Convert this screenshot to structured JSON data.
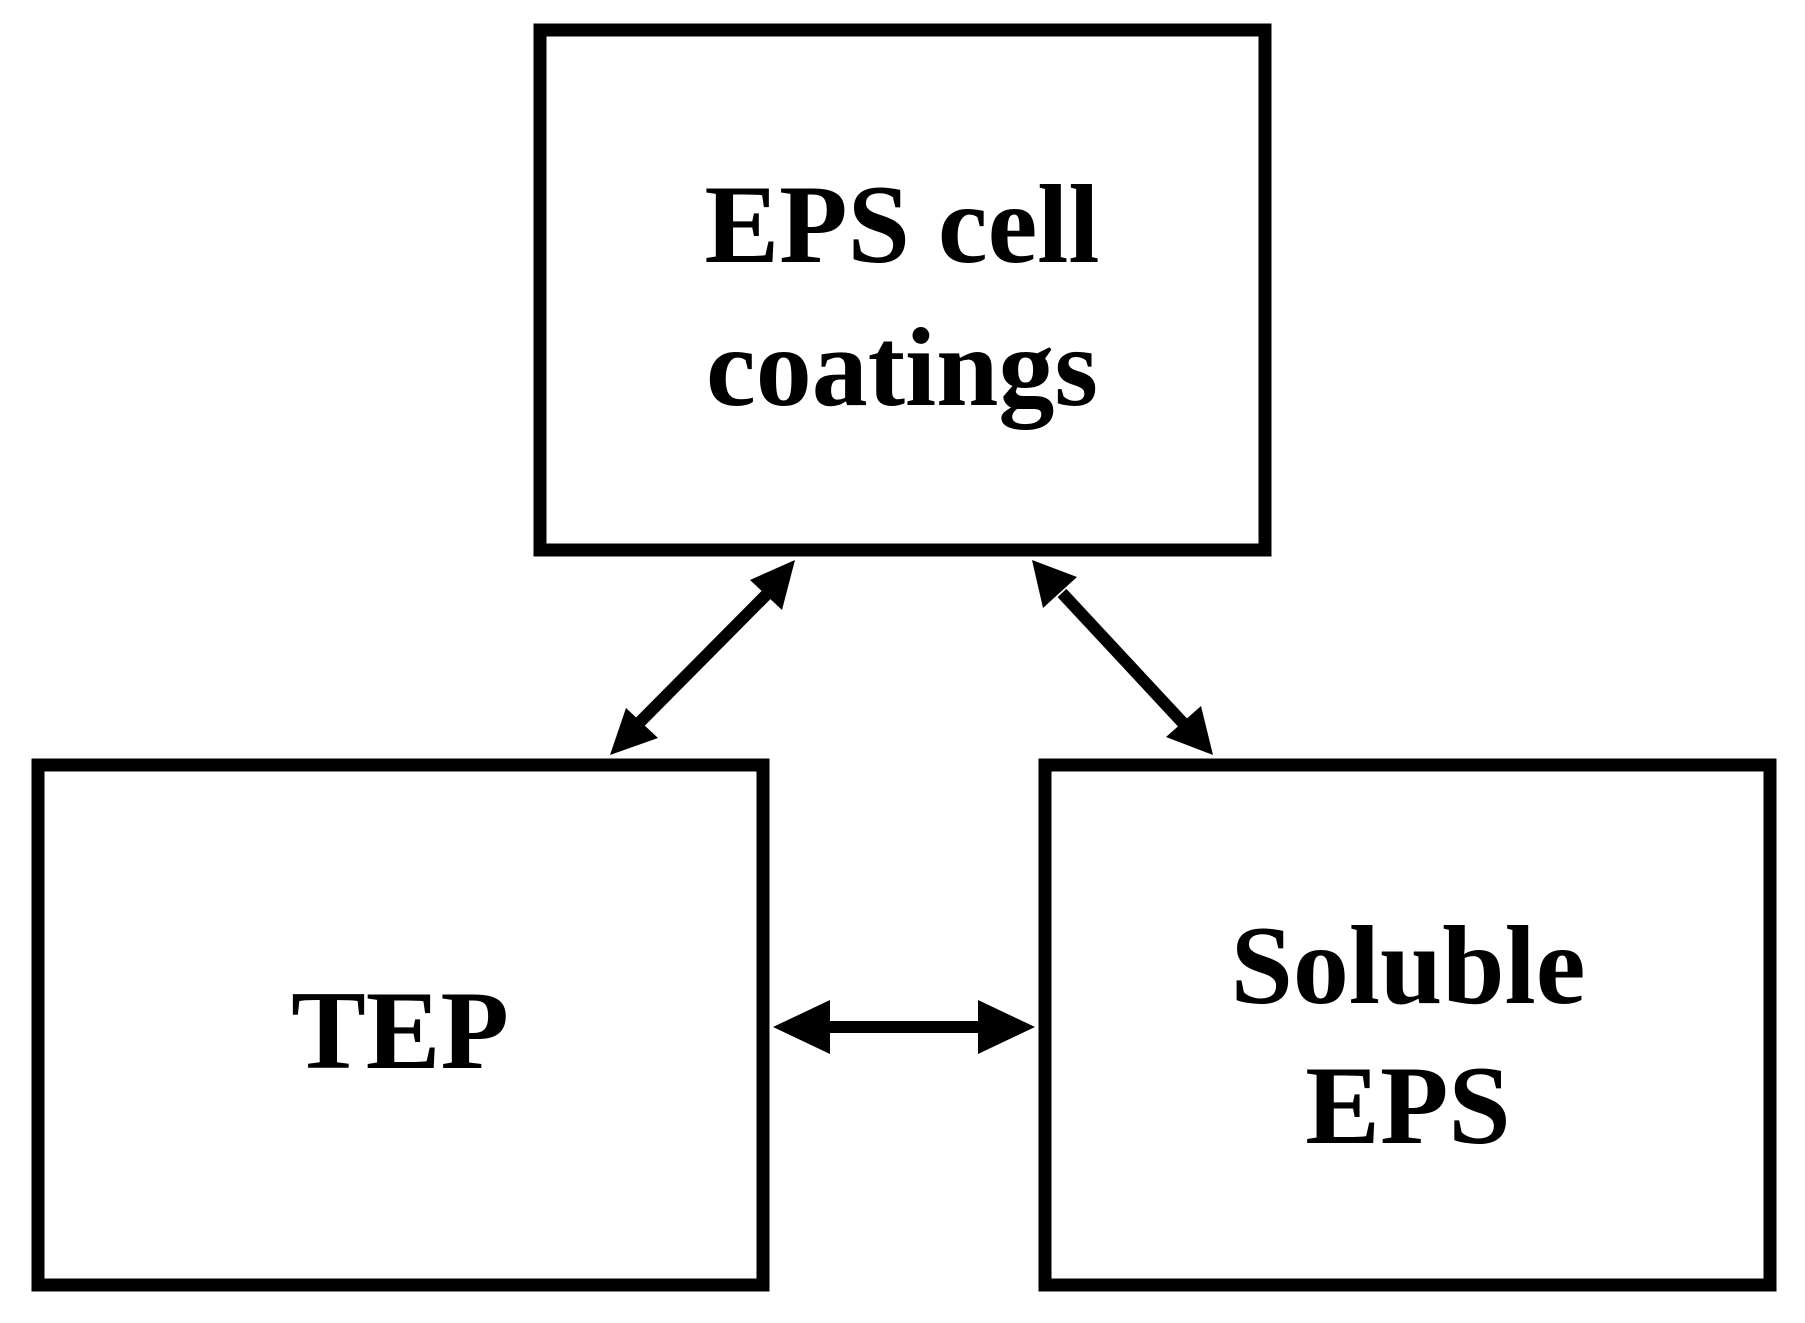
{
  "nodes": {
    "eps_cell_coatings": {
      "lines": [
        "EPS cell",
        "coatings"
      ]
    },
    "tep": {
      "lines": [
        "TEP"
      ]
    },
    "soluble_eps": {
      "lines": [
        "Soluble",
        "EPS"
      ]
    }
  },
  "edges": [
    {
      "from": "eps_cell_coatings",
      "to": "tep",
      "direction": "bidirectional"
    },
    {
      "from": "eps_cell_coatings",
      "to": "soluble_eps",
      "direction": "bidirectional"
    },
    {
      "from": "tep",
      "to": "soluble_eps",
      "direction": "bidirectional"
    }
  ],
  "colors": {
    "stroke": "#000000",
    "background": "#ffffff"
  }
}
